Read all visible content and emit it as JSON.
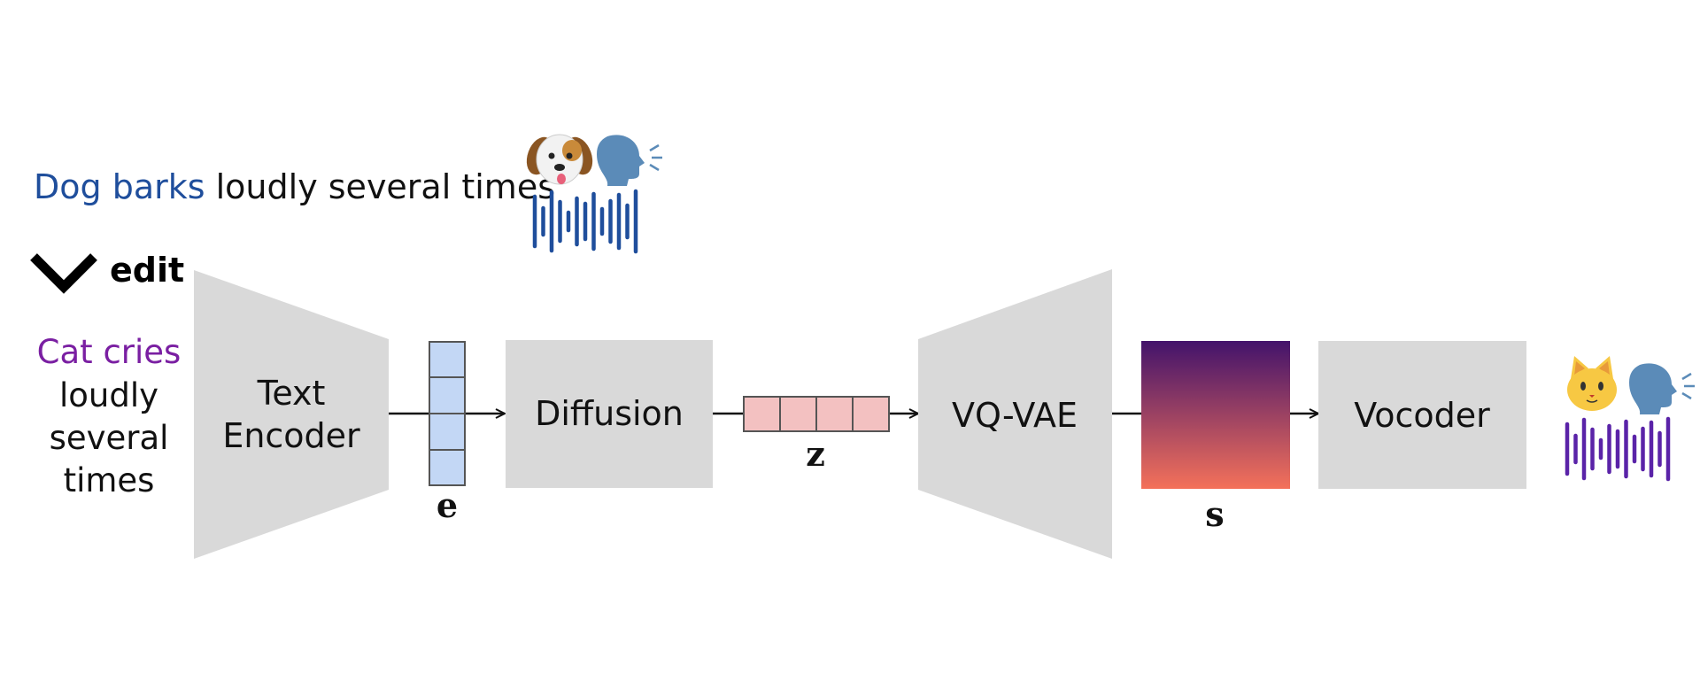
{
  "source_prompt": {
    "highlight": "Dog barks",
    "rest": " loudly several times"
  },
  "edit_label": "edit",
  "target_prompt": {
    "highlight": "Cat cries",
    "lines": [
      "loudly",
      "several",
      "times"
    ]
  },
  "blocks": {
    "text_encoder": [
      "Text",
      "Encoder"
    ],
    "diffusion": "Diffusion",
    "vqvae": "VQ-VAE",
    "vocoder": "Vocoder"
  },
  "symbols": {
    "embedding": "e",
    "latent": "z",
    "spectrogram": "s"
  },
  "icons": [
    "dog-face-icon",
    "speaking-head-icon",
    "cat-face-icon"
  ],
  "colors": {
    "source_accent": "#1f4e9c",
    "target_accent": "#7a1fa2",
    "block_fill": "#d9d9d9",
    "embedding_fill": "#c3d7f5",
    "latent_fill": "#f3c1c1",
    "spec_top": "#43136b",
    "spec_bottom": "#f4715a",
    "source_wave": "#1f4e9c",
    "target_wave": "#5a23a8"
  }
}
